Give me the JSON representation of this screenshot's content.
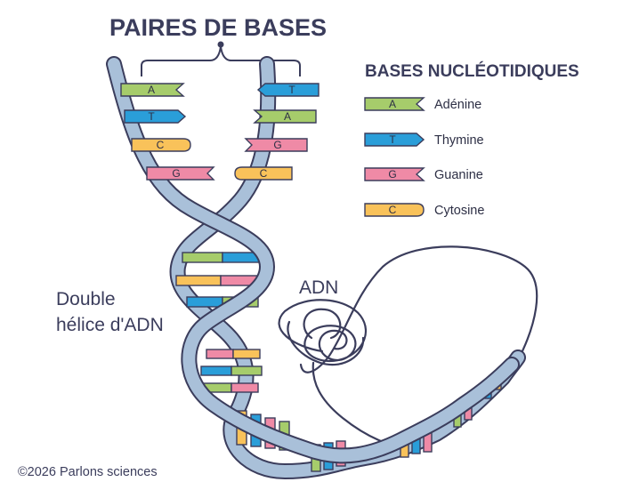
{
  "title": "PAIRES DE BASES",
  "legend": {
    "title": "BASES NUCLÉOTIDIQUES",
    "items": [
      {
        "letter": "A",
        "name": "Adénine",
        "color": "#a6cc6b",
        "shape": "notch-right"
      },
      {
        "letter": "T",
        "name": "Thymine",
        "color": "#2a9ed9",
        "shape": "arrow-right"
      },
      {
        "letter": "G",
        "name": "Guanine",
        "color": "#ef8aa6",
        "shape": "notch-right"
      },
      {
        "letter": "C",
        "name": "Cytosine",
        "color": "#f9c25a",
        "shape": "round-right"
      }
    ]
  },
  "pairs": {
    "left": [
      "A",
      "T",
      "C",
      "G"
    ],
    "right": [
      "T",
      "A",
      "G",
      "C"
    ]
  },
  "labels": {
    "double_helix_line1": "Double",
    "double_helix_line2": "hélice d'ADN",
    "dna": "ADN",
    "copyright": "©2026 Parlons sciences"
  },
  "colors": {
    "strand": "#a9c0d9",
    "outline": "#3b3d5c",
    "text": "#3b3d5c"
  }
}
